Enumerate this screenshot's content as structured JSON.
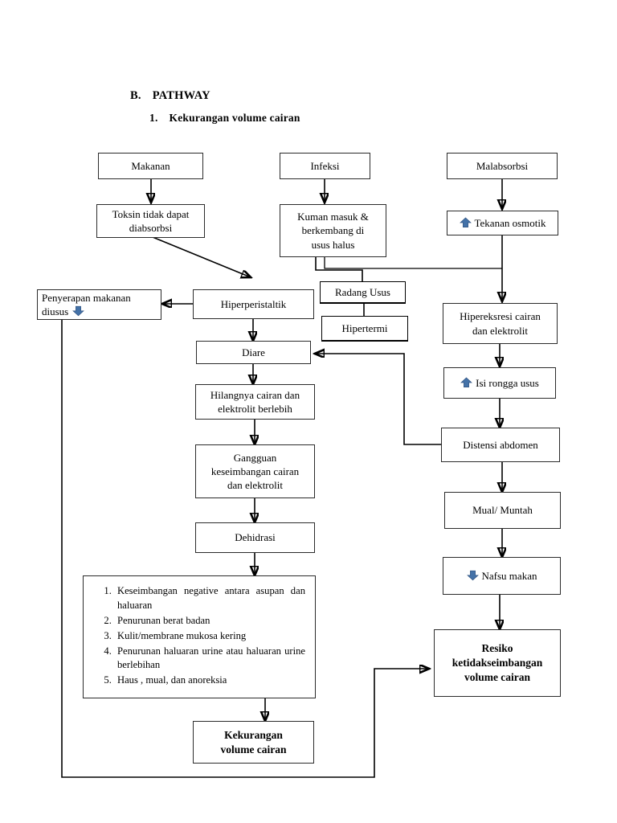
{
  "document": {
    "section_letter": "B.",
    "section_title": "PATHWAY",
    "subsection_number": "1.",
    "subsection_title": "Kekurangan volume cairan"
  },
  "colors": {
    "blue_arrow": "#4472A8",
    "box_border": "#2b2b2b",
    "connector": "#000000",
    "background": "#ffffff"
  },
  "nodes": {
    "makanan": "Makanan",
    "infeksi": "Infeksi",
    "malabsorbsi": "Malabsorbsi",
    "toksin": "Toksin tidak dapat diabsorbsi",
    "kuman": "Kuman masuk & berkembang di usus halus",
    "tekanan_osmotik": "Tekanan osmotik",
    "radang_usus": "Radang Usus",
    "hipertermi": "Hipertermi",
    "penyerapan": "Penyerapan makanan diusus",
    "hiperperistaltik": "Hiperperistaltik",
    "diare": "Diare",
    "hipereksresi": "Hipereksresi cairan dan elektrolit",
    "isi_rongga": "Isi rongga usus",
    "hilangnya": "Hilangnya cairan dan elektrolit berlebih",
    "distensi": "Distensi abdomen",
    "gangguan": "Gangguan keseimbangan cairan dan  elektrolit",
    "mual_muntah": "Mual/ Muntah",
    "dehidrasi": "Dehidrasi",
    "nafsu_makan": "Nafsu makan",
    "resiko": "Resiko ketidakseimbangan volume cairan",
    "kekurangan": "Kekurangan volume cairan"
  },
  "node_lines": {
    "toksin": [
      "Toksin tidak dapat",
      "diabsorbsi"
    ],
    "kuman": [
      "Kuman masuk &",
      "berkembang di",
      "usus halus"
    ],
    "penyerapan": [
      "Penyerapan makanan",
      "diusus"
    ],
    "hipereksresi": [
      "Hipereksresi cairan",
      "dan elektrolit"
    ],
    "hilangnya": [
      "Hilangnya cairan dan",
      "elektrolit berlebih"
    ],
    "gangguan": [
      "Gangguan",
      "keseimbangan cairan",
      "dan  elektrolit"
    ],
    "resiko": [
      "Resiko",
      "ketidakseimbangan",
      "volume cairan"
    ],
    "kekurangan": [
      "Kekurangan",
      "volume cairan"
    ]
  },
  "signs_list": [
    "Keseimbangan negative antara asupan dan haluaran",
    "Penurunan berat badan",
    "Kulit/membrane mukosa kering",
    "Penurunan haluaran urine atau haluaran urine berlebihan",
    "Haus , mual, dan anoreksia"
  ],
  "icons": {
    "up_arrow_tekanan": "blue-up-arrow-icon",
    "up_arrow_isi_rongga": "blue-up-arrow-icon",
    "down_arrow_penyerapan": "blue-down-arrow-icon",
    "down_arrow_nafsu": "blue-down-arrow-icon"
  }
}
